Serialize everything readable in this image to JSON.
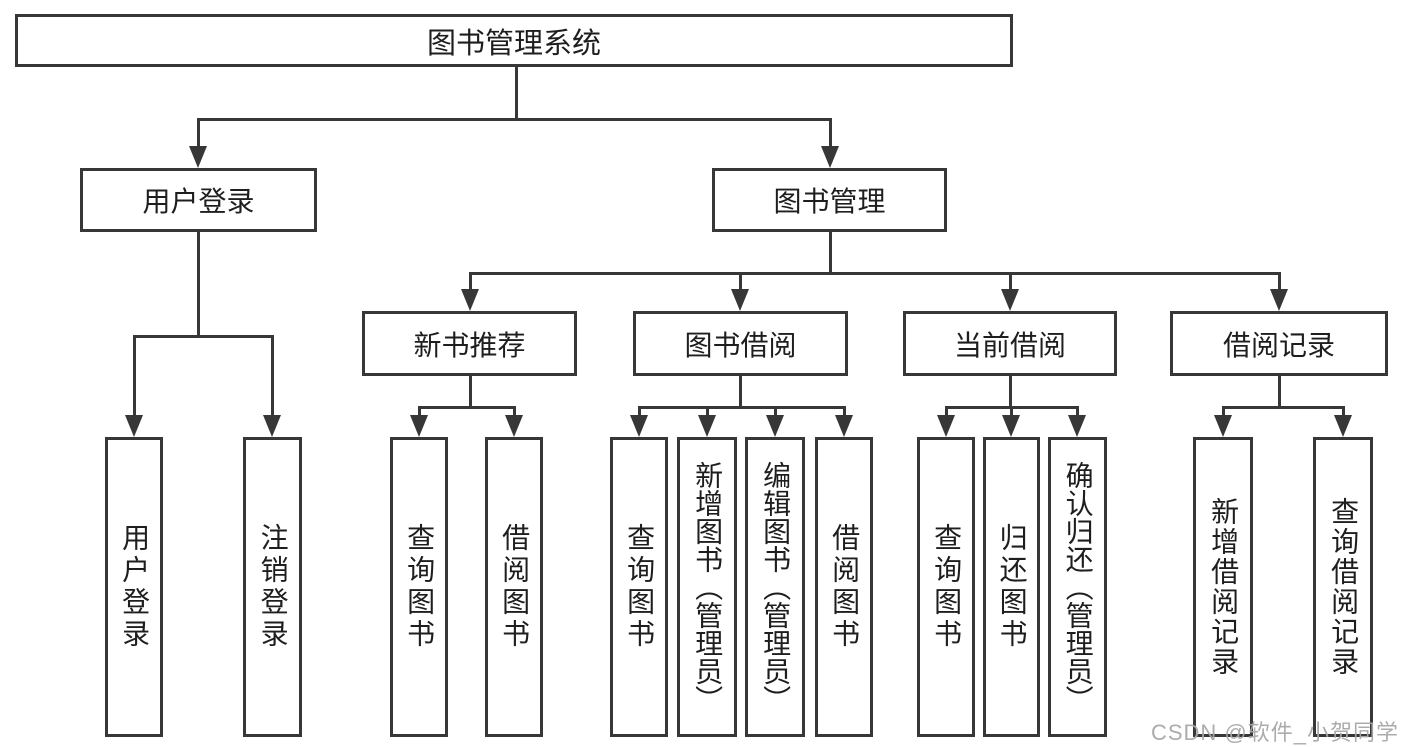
{
  "tree": {
    "root": {
      "label": "图书管理系统"
    },
    "branches": [
      {
        "label": "用户登录",
        "children": [
          {
            "label": "用户登录"
          },
          {
            "label": "注销登录"
          }
        ]
      },
      {
        "label": "图书管理",
        "children": [
          {
            "label": "新书推荐",
            "children": [
              {
                "label": "查询图书"
              },
              {
                "label": "借阅图书"
              }
            ]
          },
          {
            "label": "图书借阅",
            "children": [
              {
                "label": "查询图书"
              },
              {
                "label": "新增图书（管理员）"
              },
              {
                "label": "编辑图书（管理员）"
              },
              {
                "label": "借阅图书"
              }
            ]
          },
          {
            "label": "当前借阅",
            "children": [
              {
                "label": "查询图书"
              },
              {
                "label": "归还图书"
              },
              {
                "label": "确认归还（管理员）"
              }
            ]
          },
          {
            "label": "借阅记录",
            "children": [
              {
                "label": "新增借阅记录"
              },
              {
                "label": "查询借阅记录"
              }
            ]
          }
        ]
      }
    ]
  },
  "watermark": "CSDN @软件_小贺同学",
  "colors": {
    "line": "#373737",
    "text": "#1e1e1e",
    "background": "#ffffff",
    "watermark": "#a8a8a8"
  }
}
